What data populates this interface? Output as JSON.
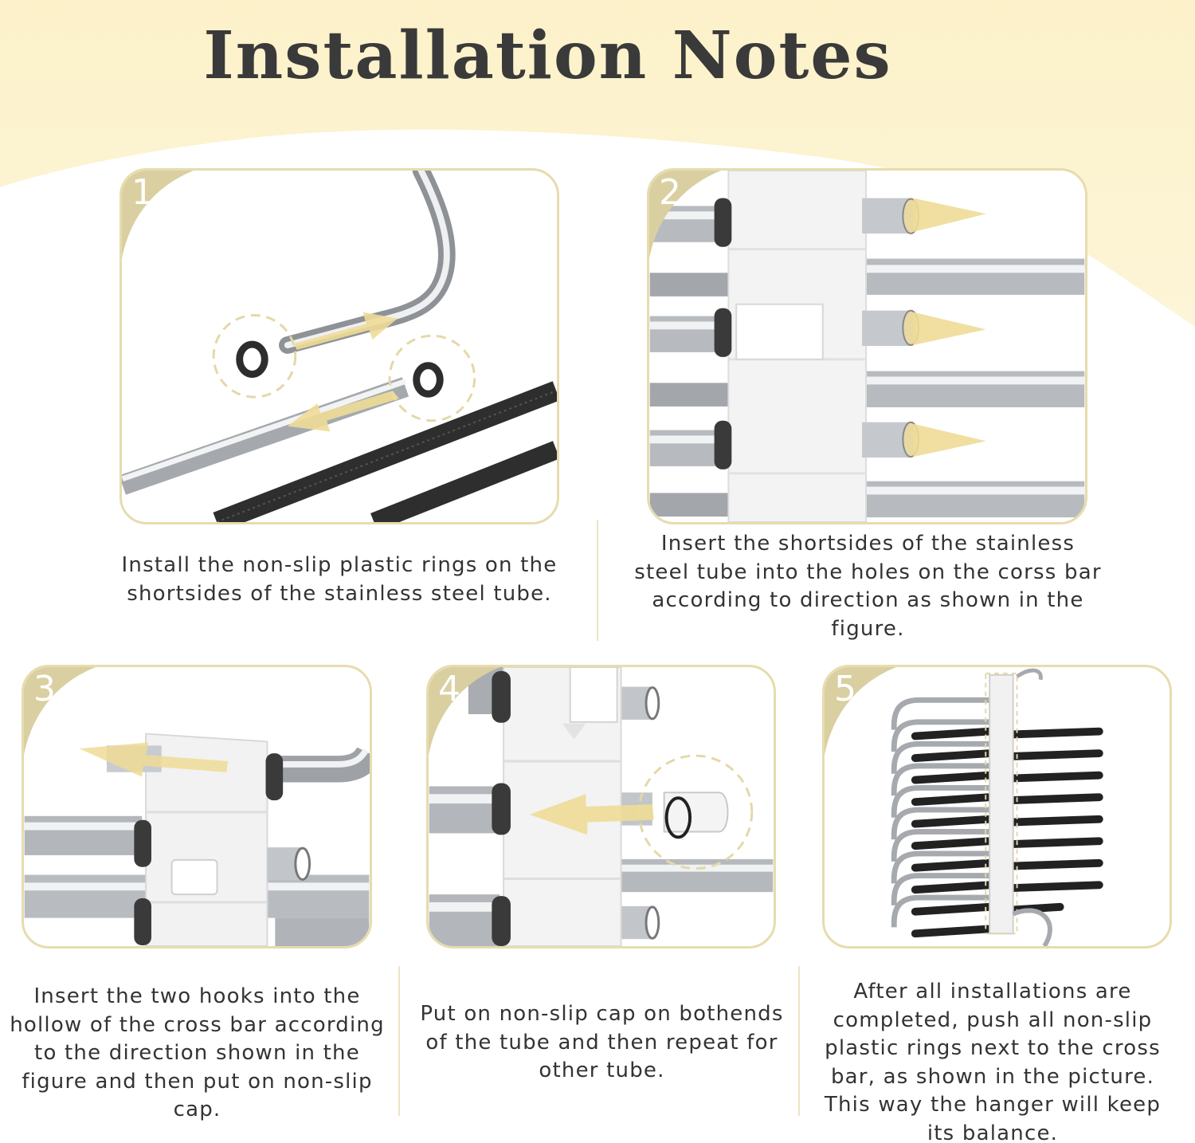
{
  "title": "Installation Notes",
  "colors": {
    "band": "#fdf3cf",
    "panel_border": "#e6dcae",
    "corner": "#d9cfa0",
    "arrow": "#eedc97",
    "steel": "#c9ccd0",
    "grip": "#2d2d2d"
  },
  "steps": [
    {
      "number": "1",
      "caption": "Install the non-slip plastic rings on the shortsides of the stainless steel tube."
    },
    {
      "number": "2",
      "caption": "Insert the shortsides of the stainless steel tube into the holes on the corss bar according to direction as shown in the figure."
    },
    {
      "number": "3",
      "caption": "Insert the two hooks into the hollow of the cross bar according to the direction shown in the figure and then put on non-slip cap."
    },
    {
      "number": "4",
      "caption": "Put on non-slip cap on bothends of the tube and then repeat for other tube."
    },
    {
      "number": "5",
      "caption": "After all installations are completed, push all non-slip plastic rings next to the cross bar, as shown in the picture. This way the hanger will keep its balance."
    }
  ]
}
